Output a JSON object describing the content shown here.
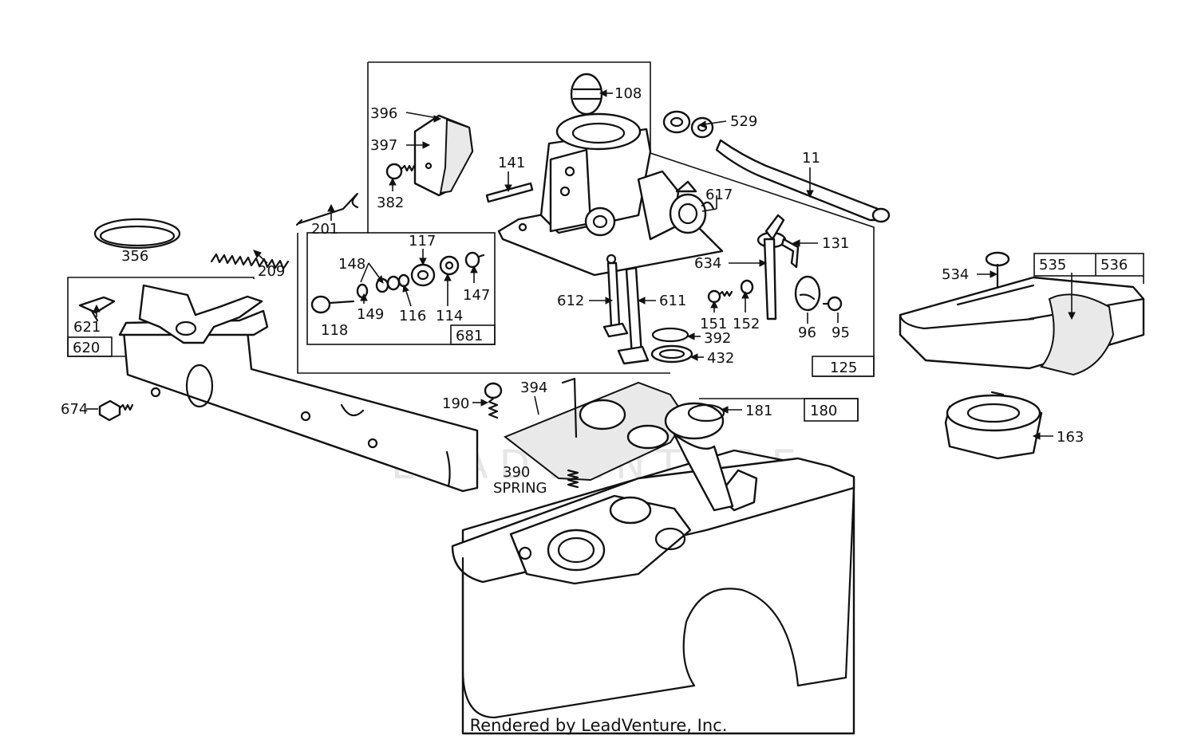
{
  "diagram": {
    "watermark": "LEADVENTURE",
    "footer": "Rendered by LeadVenture, Inc.",
    "labels": {
      "p108": "108",
      "p529": "529",
      "p396": "396",
      "p397": "397",
      "p382": "382",
      "p141": "141",
      "p11": "11",
      "p617": "617",
      "p201": "201",
      "p356": "356",
      "p209": "209",
      "p117": "117",
      "p148": "148",
      "p147": "147",
      "p149": "149",
      "p116": "116",
      "p114": "114",
      "p118": "118",
      "p681": "681",
      "p131": "131",
      "p634": "634",
      "p612": "612",
      "p611": "611",
      "p151": "151",
      "p152": "152",
      "p96": "96",
      "p95": "95",
      "p392": "392",
      "p432": "432",
      "p125": "125",
      "p621": "621",
      "p620": "620",
      "p674": "674",
      "p190": "190",
      "p394": "394",
      "p181": "181",
      "p180": "180",
      "p390": "390",
      "spring": "SPRING",
      "p534": "534",
      "p535": "535",
      "p536": "536",
      "p163": "163"
    }
  }
}
